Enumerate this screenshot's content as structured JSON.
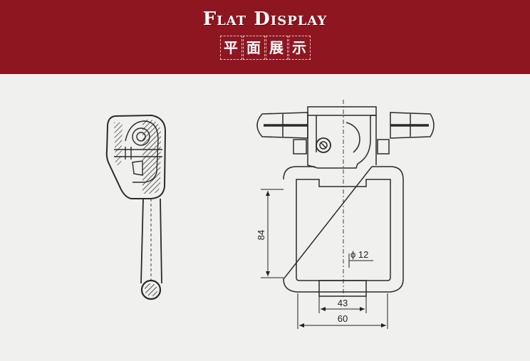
{
  "header": {
    "title": "Flat Display",
    "subtitle_chars": [
      "平",
      "面",
      "展",
      "示"
    ]
  },
  "dimensions": {
    "height_label": "84",
    "diameter_label": "ϕ 12",
    "inner_width_label": "43",
    "outer_width_label": "60"
  },
  "colors": {
    "banner": "#8e1620",
    "background": "#f0f0ef",
    "line": "#2a2a2a"
  }
}
